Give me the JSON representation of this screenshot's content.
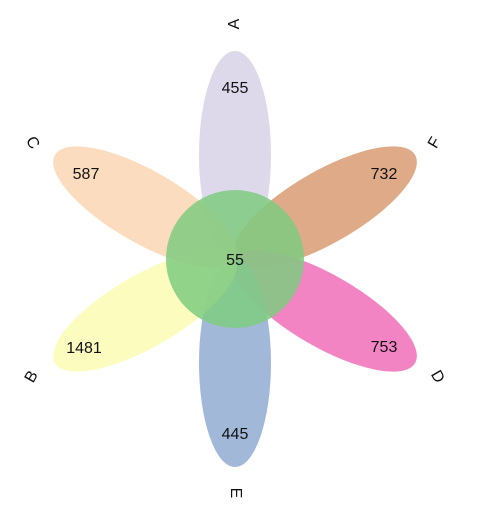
{
  "diagram": {
    "type": "flower-venn",
    "core": {
      "value": "55",
      "color": "#7fcb80"
    },
    "petals": [
      {
        "id": "A",
        "label": "A",
        "value": "455",
        "color": "#d7d2e8"
      },
      {
        "id": "F",
        "label": "F",
        "value": "732",
        "color": "#d99b73"
      },
      {
        "id": "D",
        "label": "D",
        "value": "753",
        "color": "#f06fb9"
      },
      {
        "id": "E",
        "label": "E",
        "value": "445",
        "color": "#92abd2"
      },
      {
        "id": "B",
        "label": "B",
        "value": "1481",
        "color": "#fcfcb4"
      },
      {
        "id": "C",
        "label": "C",
        "value": "587",
        "color": "#fcd6b3"
      }
    ]
  }
}
